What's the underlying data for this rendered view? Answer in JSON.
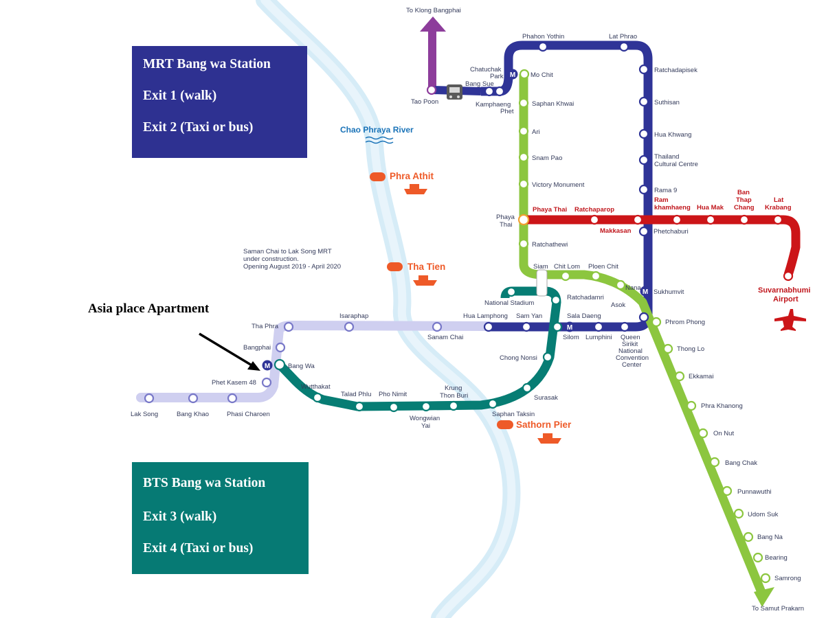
{
  "info_boxes": {
    "mrt": {
      "title": "MRT Bang wa Station",
      "exit1": "Exit 1 (walk)",
      "exit2": "Exit 2 (Taxi or bus)",
      "color": "#2e3191"
    },
    "bts": {
      "title": "BTS Bang wa Station",
      "exit3": "Exit 3 (walk)",
      "exit4": "Exit 4 (Taxi or bus)",
      "color": "#067a74"
    }
  },
  "annotation": {
    "apartment": "Asia place Apartment"
  },
  "river": {
    "name": "Chao Phraya River"
  },
  "piers": {
    "phra_athit": "Phra Athit",
    "tha_tien": "Tha Tien",
    "sathorn": "Sathorn  Pier"
  },
  "notes": {
    "construction_1": "Saman Chai to Lak Song MRT",
    "construction_2": "under construction.",
    "construction_3": "Opening August 2019 - April 2020"
  },
  "directions": {
    "klong_bangphai": "To Klong Bangphai",
    "samut_prakarn": "To Samut Prakarn"
  },
  "airport": {
    "name_1": "Suvarnabhumi",
    "name_2": "Airport"
  },
  "line_colors": {
    "mrt_blue": "#2f3497",
    "bts_green": "#8cc63f",
    "silom_teal": "#077d74",
    "airport_red": "#cc1518",
    "purple": "#8d3d9b",
    "extension_lavender": "#cfcff0",
    "pier_orange": "#ee5a28",
    "river": "#d6ecf7"
  },
  "stations": {
    "phahon_yothin": "Phahon Yothin",
    "lat_phrao": "Lat Phrao",
    "ratchadapisek": "Ratchadapisek",
    "suthisan": "Suthisan",
    "hua_khwang": "Hua Khwang",
    "thailand_cc_1": "Thailand",
    "thailand_cc_2": "Cultural Centre",
    "rama9": "Rama 9",
    "phetchaburi": "Phetchaburi",
    "sukhumvit": "Sukhumvit",
    "mo_chit": "Mo Chit",
    "chatuchak_1": "Chatuchak",
    "chatuchak_2": "Park",
    "bang_sue": "Bang Sue",
    "kamphaeng_1": "Kamphaeng",
    "kamphaeng_2": "Phet",
    "tao_poon": "Tao Poon",
    "saphan_khwai": "Saphan Khwai",
    "ari": "Ari",
    "sanam_pao": "Snam Pao",
    "victory": "Victory Monument",
    "phaya_thai_1": "Phaya",
    "phaya_thai_2": "Thai",
    "phaya_thai_red": "Phaya Thai",
    "ratchaprarop": "Ratchaparop",
    "makkasan": "Makkasan",
    "ram_1": "Ram",
    "ram_2": "khamhaeng",
    "hua_mak": "Hua Mak",
    "ban_thap_1": "Ban",
    "ban_thap_2": "Thap",
    "ban_thap_3": "Chang",
    "lat_krabang_1": "Lat",
    "lat_krabang_2": "Krabang",
    "ratchathewi": "Ratchathewi",
    "siam": "Siam",
    "chit_lom": "Chit Lom",
    "ploen_chit": "Ploen Chit",
    "nana": "Nana",
    "asok": "Asok",
    "ratchadamri": "Ratchadamri",
    "national_stadium": "National Stadium",
    "hua_lamphong": "Hua Lamphong",
    "sam_yan": "Sam Yan",
    "sala_daeng": "Sala Daeng",
    "silom": "Silom",
    "lumphini": "Lumphini",
    "qsncc_1": "Queen",
    "qsncc_2": "Sirikit",
    "qsncc_3": "National",
    "qsncc_4": "Convention",
    "qsncc_5": "Center",
    "phrom_phong": "Phrom Phong",
    "thong_lo": "Thong Lo",
    "ekkamai": "Ekkamai",
    "phra_khanong": "Phra Khanong",
    "on_nut": "On Nut",
    "bang_chak": "Bang Chak",
    "punnawithi": "Punnawuthi",
    "udom_suk": "Udom Suk",
    "bang_na": "Bang Na",
    "bearing": "Bearing",
    "samrong": "Samrong",
    "tha_phra": "Tha Phra",
    "isaraphap": "Isaraphap",
    "sanam_chai": "Sanam Chai",
    "bangphai": "Bangphai",
    "bang_wa": "Bang Wa",
    "phet_kasem_48": "Phet Kasem 48",
    "lak_song": "Lak Song",
    "bang_khao": "Bang Khao",
    "phasi_charoen": "Phasi  Charoen",
    "chong_nonsi": "Chong Nonsi",
    "surasak": "Surasak",
    "saphan_taksin": "Saphan Taksin",
    "krung_1": "Krung",
    "krung_2": "Thon Buri",
    "wongwian_1": "Wongwian",
    "wongwian_2": "Yai",
    "pho_nimit": "Pho Nimit",
    "talad_phlu": "Talad Phlu",
    "wutthakat": "Wutthakat",
    "mrt_marker": "M"
  }
}
